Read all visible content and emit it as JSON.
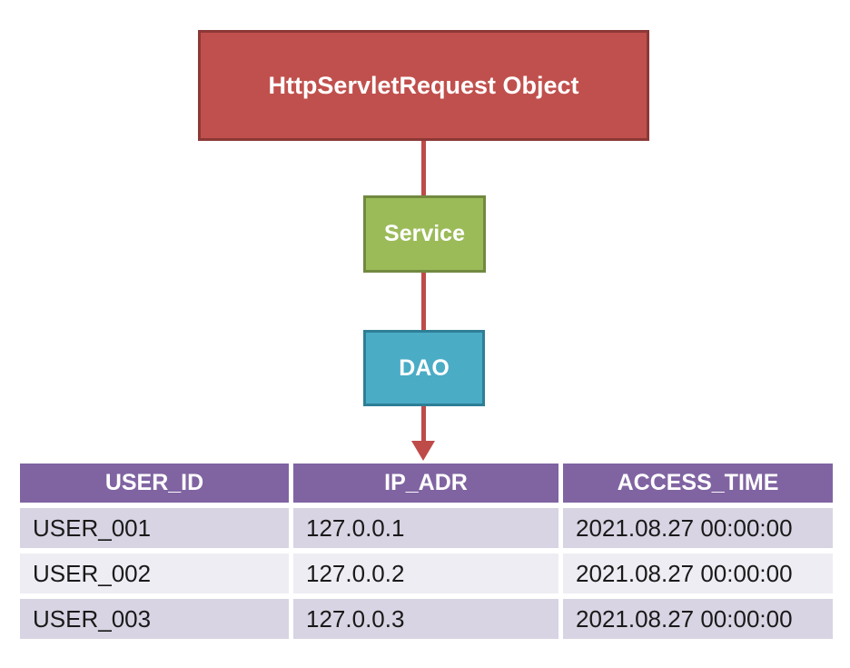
{
  "diagram": {
    "request_box_label": "HttpServletRequest Object",
    "service_box_label": "Service",
    "dao_box_label": "DAO"
  },
  "table": {
    "headers": [
      "USER_ID",
      "IP_ADR",
      "ACCESS_TIME"
    ],
    "rows": [
      [
        "USER_001",
        "127.0.0.1",
        "2021.08.27 00:00:00"
      ],
      [
        "USER_002",
        "127.0.0.2",
        "2021.08.27 00:00:00"
      ],
      [
        "USER_003",
        "127.0.0.3",
        "2021.08.27 00:00:00"
      ]
    ]
  },
  "colors": {
    "request_box_fill": "#C0504D",
    "request_box_border": "#8C3836",
    "service_box_fill": "#9BBB59",
    "service_box_border": "#71893F",
    "dao_box_fill": "#4BACC6",
    "dao_box_border": "#2E7F96",
    "arrow": "#BE4B48",
    "table_header_bg": "#8064A2",
    "table_header_text": "#FFFFFF",
    "row_odd_bg": "#D8D4E3",
    "row_even_bg": "#EFEDF4",
    "body_text": "#1A1A1A"
  }
}
